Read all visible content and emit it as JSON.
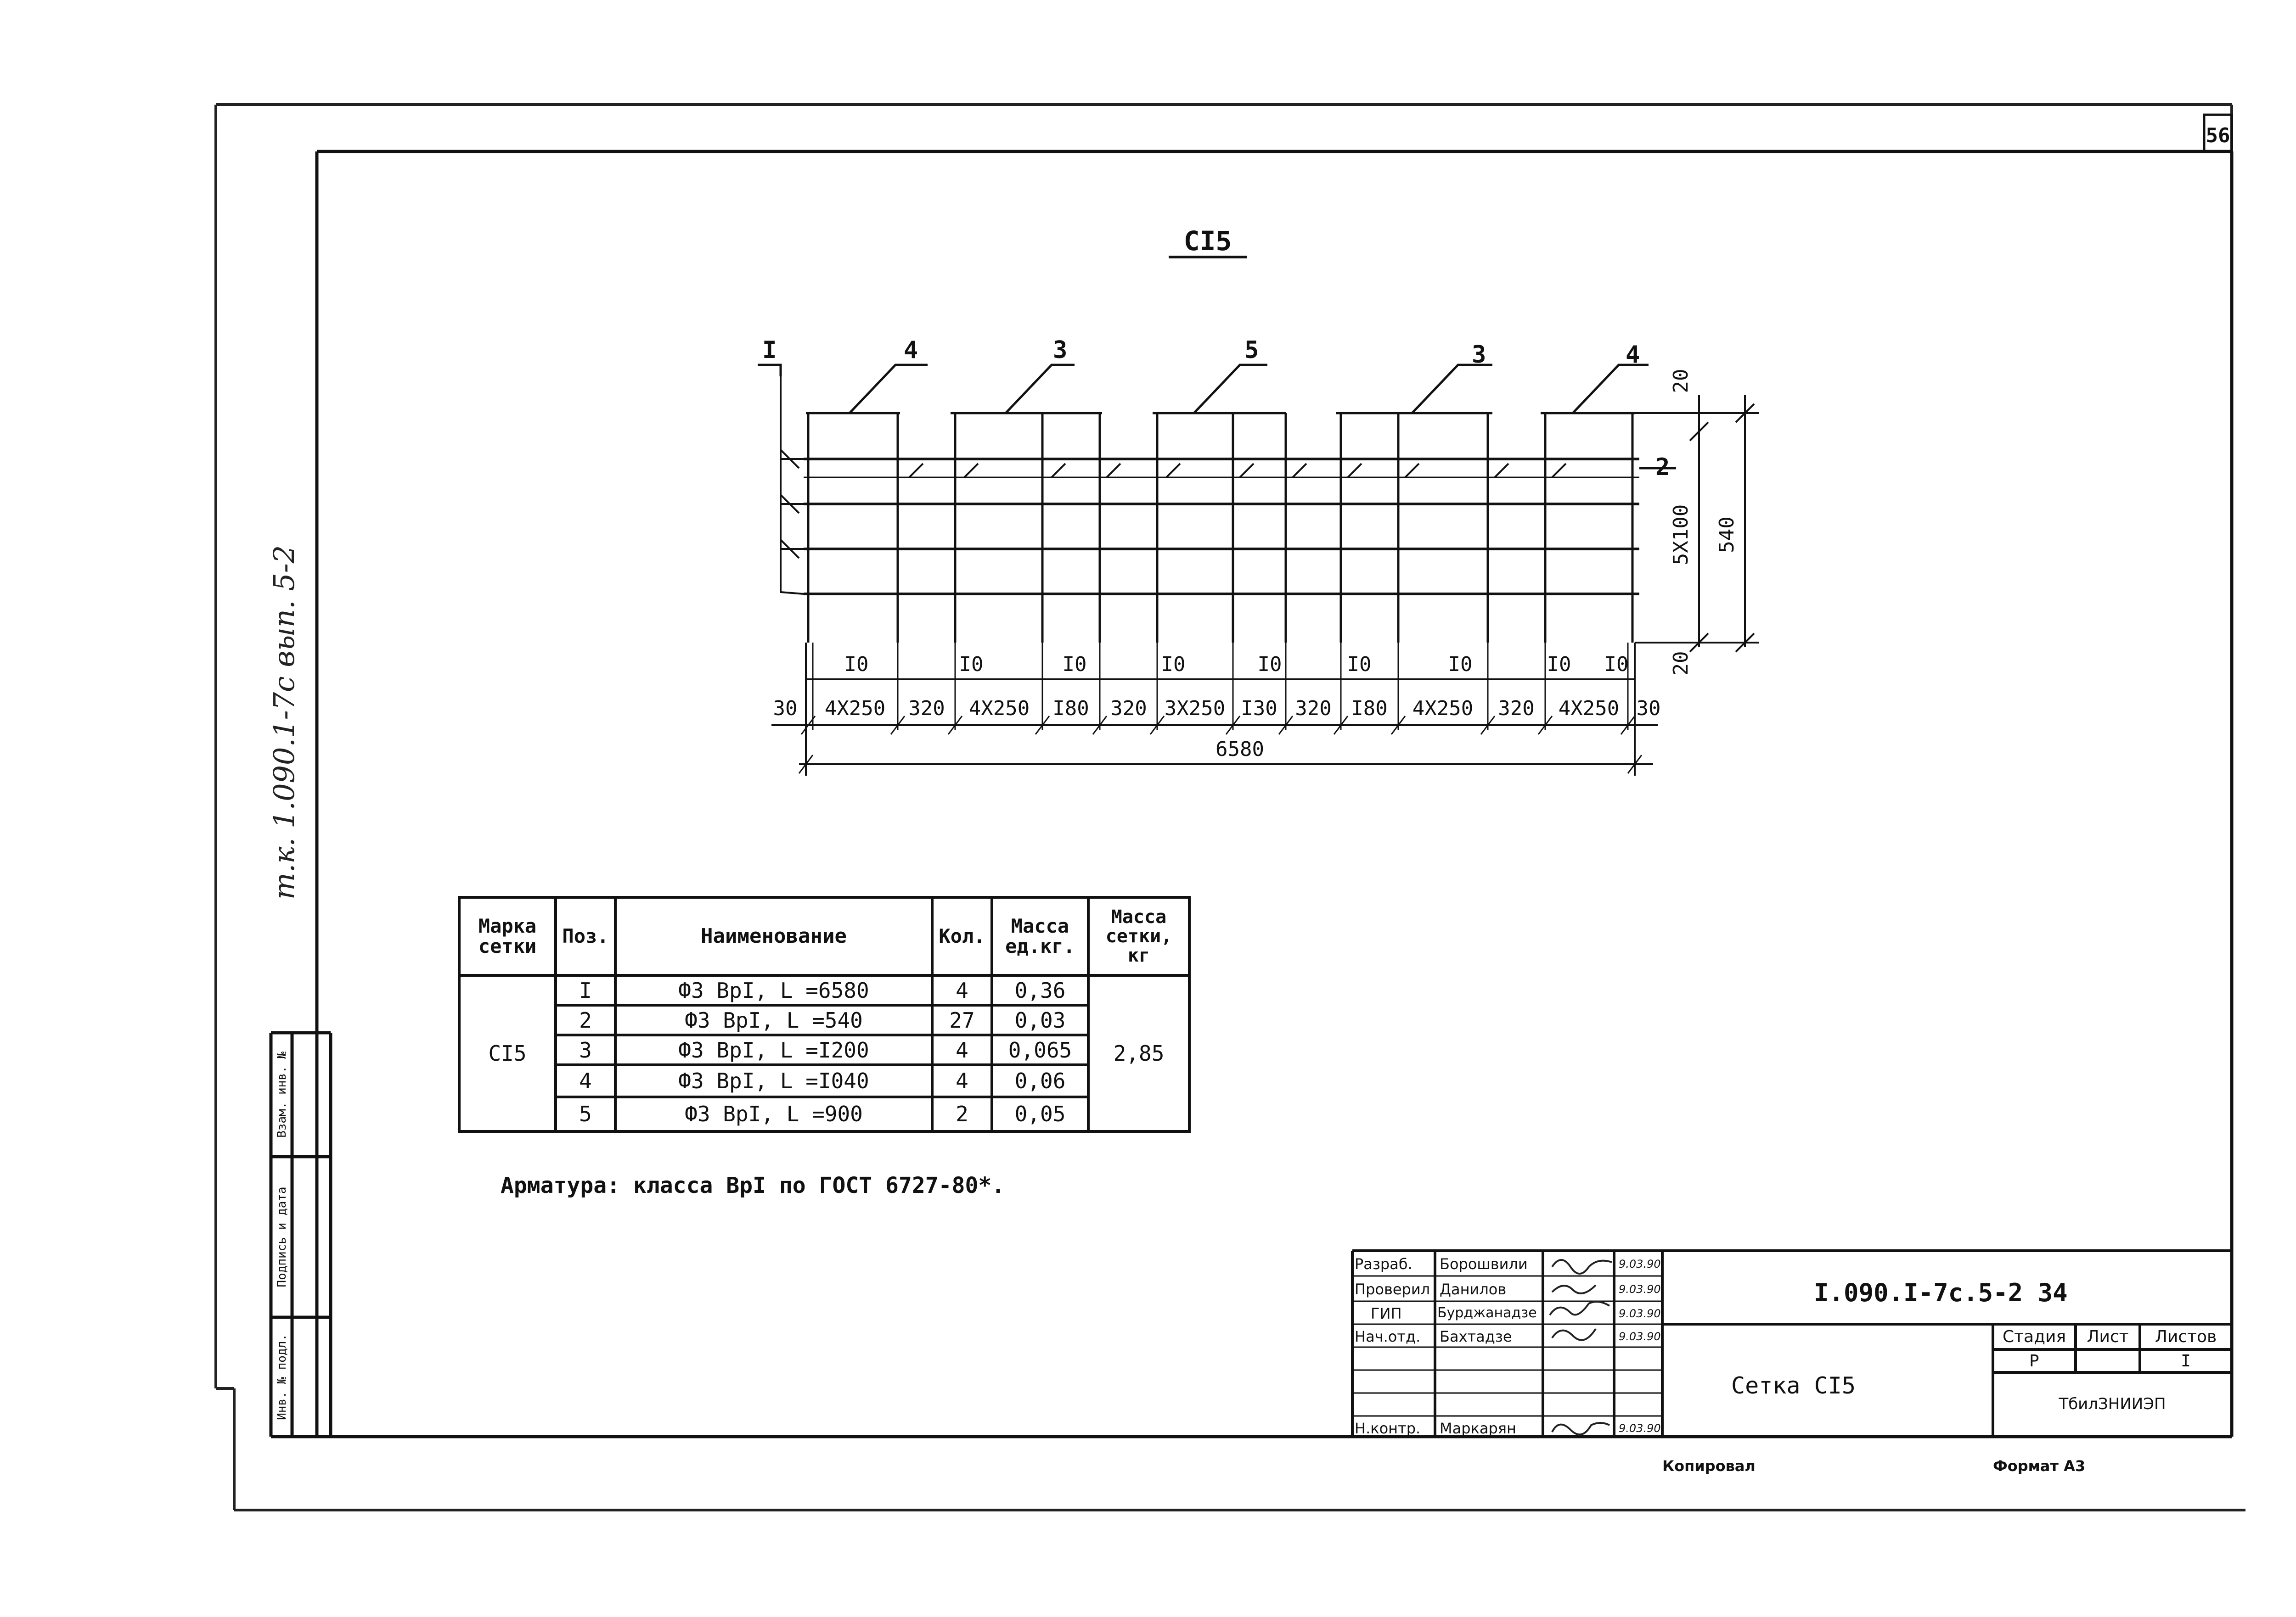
{
  "sheet": {
    "page_number": "56",
    "side_code": "т.к.  1.090.1-7с вып. 5-2",
    "stamp_labels": [
      "Инв. № подл.",
      "Подпись и дата",
      "Взам. инв. №"
    ]
  },
  "drawing": {
    "title": "СI5",
    "callouts": [
      "I",
      "4",
      "3",
      "5",
      "3",
      "4",
      "2"
    ],
    "side_dims": {
      "top": "20",
      "middle": "5Х100",
      "total": "540",
      "bottom": "20"
    },
    "i10_labels": [
      "I0",
      "I0",
      "I0",
      "I0",
      "I0",
      "I0",
      "I0",
      "I0",
      "I0"
    ],
    "bottom_dims": [
      "30",
      "4Х250",
      "320",
      "4Х250",
      "I80",
      "320",
      "3Х250",
      "I30",
      "320",
      "I80",
      "4Х250",
      "320",
      "4Х250",
      "30"
    ],
    "overall_length": "6580"
  },
  "spec_table": {
    "headers": {
      "mark": "Марка\nсетки",
      "pos": "Поз.",
      "name": "Наименование",
      "qty": "Кол.",
      "unit_mass": "Масса\nед.кг.",
      "mesh_mass": "Масса\nсетки,\nкг"
    },
    "mark_value": "СI5",
    "total_mass": "2,85",
    "rows": [
      {
        "pos": "I",
        "name": "Ф3 ВрI,  L =6580",
        "qty": "4",
        "mass": "0,36"
      },
      {
        "pos": "2",
        "name": "Ф3 ВрI,  L =540",
        "qty": "27",
        "mass": "0,03"
      },
      {
        "pos": "3",
        "name": "Ф3 ВрI,  L =I200",
        "qty": "4",
        "mass": "0,065"
      },
      {
        "pos": "4",
        "name": "Ф3 ВрI,  L =I040",
        "qty": "4",
        "mass": "0,06"
      },
      {
        "pos": "5",
        "name": "Ф3 ВрI,  L =900",
        "qty": "2",
        "mass": "0,05"
      }
    ]
  },
  "note": "Арматура: класса ВрI по ГОСТ 6727-80*.",
  "title_block": {
    "roles": [
      {
        "role": "Разраб.",
        "name": "Борошвили",
        "date": "9.03.90"
      },
      {
        "role": "Проверил",
        "name": "Данилов",
        "date": "9.03.90"
      },
      {
        "role": "ГИП",
        "name": "Бурджанадзе",
        "date": "9.03.90"
      },
      {
        "role": "Нач.отд.",
        "name": "Бахтадзе",
        "date": "9.03.90"
      },
      {
        "role": "",
        "name": "",
        "date": ""
      },
      {
        "role": "",
        "name": "",
        "date": ""
      },
      {
        "role": "Н.контр.",
        "name": "Маркарян",
        "date": "9.03.90"
      }
    ],
    "doc_code": "I.090.I-7с.5-2 34",
    "sheet_name": "Сетка СI5",
    "stage_label": "Стадия",
    "sheet_label": "Лист",
    "sheets_label": "Листов",
    "stage_value": "Р",
    "sheet_value": "",
    "sheets_value": "I",
    "organization": "ТбилЗНИИЭП",
    "copied_label": "Копировал",
    "format_label": "Формат А3"
  }
}
